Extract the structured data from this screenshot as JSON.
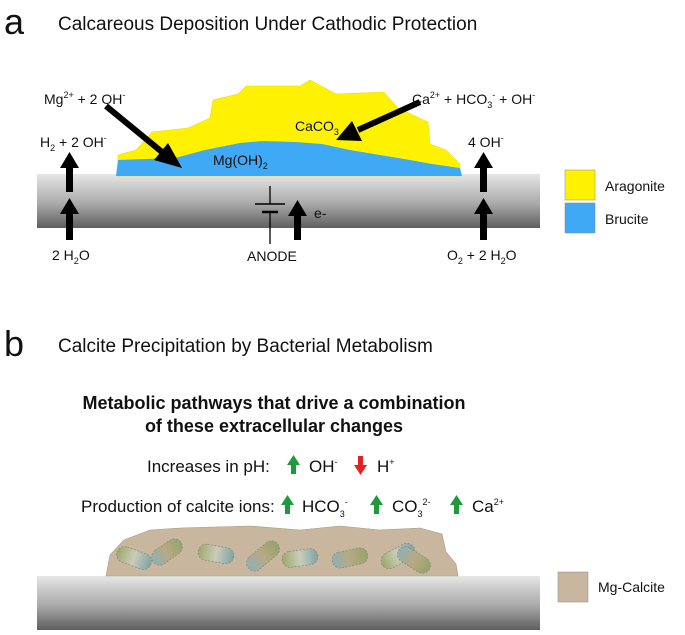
{
  "panel_a": {
    "letter": "a",
    "title": "Calcareous Deposition Under Cathodic Protection",
    "mg_label": {
      "base": "Mg",
      "sup": "2+",
      "rest": " + 2 OH",
      "sup2": "-"
    },
    "ca_label": {
      "base": "Ca",
      "sup": "2+",
      "mid": " + HCO",
      "sub": "3",
      "sup3": "-",
      "rest": " + OH",
      "sup4": "-"
    },
    "caco3": {
      "base": "CaCO",
      "sub": "3"
    },
    "mgoh2": {
      "base": "Mg(OH)",
      "sub": "2"
    },
    "h2_label": {
      "base": "H",
      "sub": "2",
      "rest": " + 2 OH",
      "sup": "-"
    },
    "oh4_label": {
      "base": "4 OH",
      "sup": "-"
    },
    "h2o_label": {
      "base": "2 H",
      "sub": "2",
      "rest": "O"
    },
    "o2_label": {
      "base": "O",
      "sub": "2",
      "mid": " + 2 H",
      "sub2": "2",
      "rest": "O"
    },
    "electron_label": "e-",
    "anode_label": "ANODE",
    "legend": [
      {
        "name": "Aragonite",
        "color": "#FFF200"
      },
      {
        "name": "Brucite",
        "color": "#3FA9F5"
      }
    ]
  },
  "panel_b": {
    "letter": "b",
    "title": "Calcite Precipitation by Bacterial Metabolism",
    "heading_line1": "Metabolic pathways that drive a combination",
    "heading_line2": "of these extracellular changes",
    "ph_label": "Increases in pH:",
    "ph_up": {
      "base": "OH",
      "sup": "-"
    },
    "ph_down": {
      "base": "H",
      "sup": "+"
    },
    "ions_label": "Production of calcite ions:",
    "ion1": {
      "base": "HCO",
      "sub": "3",
      "sup": "-"
    },
    "ion2": {
      "base": "CO",
      "sub": "3",
      "sup": "2-"
    },
    "ion3": {
      "base": "Ca",
      "sup": "2+"
    },
    "legend": [
      {
        "name": "Mg-Calcite",
        "color": "#C8B79E"
      }
    ]
  },
  "colors": {
    "up_arrow": "#1E9A3C",
    "down_arrow": "#E32226",
    "substrate_light": "#DADADA",
    "substrate_dark": "#6E6E6E"
  }
}
